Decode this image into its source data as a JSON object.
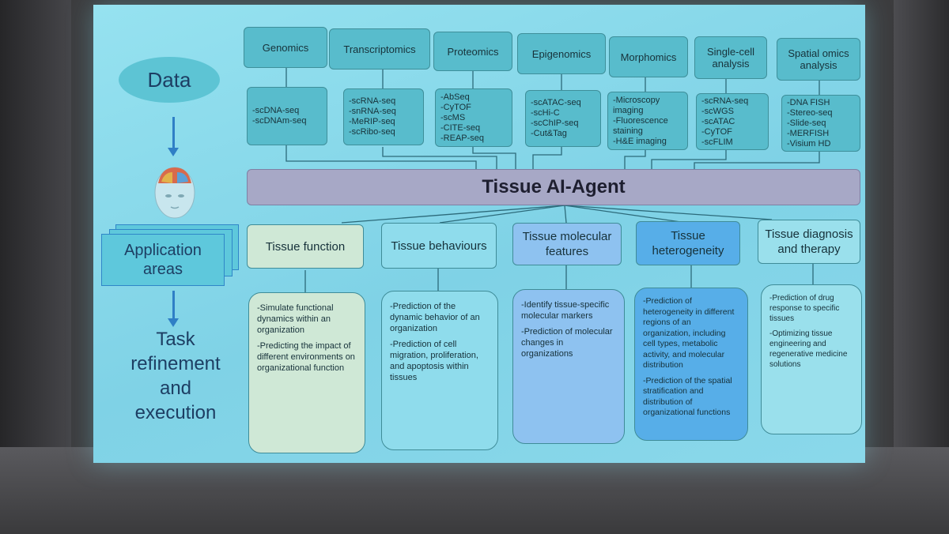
{
  "left": {
    "data_label": "Data",
    "application_areas_label": "Application areas",
    "task_label_lines": [
      "Task",
      "refinement",
      "and",
      "execution"
    ]
  },
  "data_types": [
    {
      "name": "Genomics",
      "methods": [
        "-scDNA-seq",
        "-scDNAm-seq"
      ]
    },
    {
      "name": "Transcriptomics",
      "methods": [
        "-scRNA-seq",
        "-snRNA-seq",
        "-MeRIP-seq",
        "-scRibo-seq"
      ]
    },
    {
      "name": "Proteomics",
      "methods": [
        "-AbSeq",
        "-CyTOF",
        "-scMS",
        "-CITE-seq",
        "-REAP-seq"
      ]
    },
    {
      "name": "Epigenomics",
      "methods": [
        "-scATAC-seq",
        "-scHi-C",
        "-scChIP-seq",
        "-Cut&Tag"
      ]
    },
    {
      "name": "Morphomics",
      "methods": [
        "-Microscopy",
        "imaging",
        "-Fluorescence",
        "staining",
        "-H&E imaging"
      ]
    },
    {
      "name": "Single-cell analysis",
      "methods": [
        "-scRNA-seq",
        "-scWGS",
        "-scATAC",
        "-CyTOF",
        "-scFLIM"
      ]
    },
    {
      "name": "Spatial omics analysis",
      "methods": [
        "-DNA FISH",
        "-Stereo-seq",
        "-Slide-seq",
        "-MERFISH",
        "-Visium HD"
      ]
    }
  ],
  "agent": {
    "title": "Tissue AI-Agent"
  },
  "applications": [
    {
      "title": "Tissue function",
      "color": "#cfe8d6",
      "tasks": [
        "-Simulate functional dynamics within an organization",
        "-Predicting the impact of different environments on organizational function"
      ]
    },
    {
      "title": "Tissue behaviours",
      "color": "#8fdcec",
      "tasks": [
        "-Prediction of the dynamic behavior of an organization",
        "-Prediction of cell migration, proliferation, and apoptosis within tissues"
      ]
    },
    {
      "title": "Tissue molecular features",
      "color": "#8ec2f0",
      "tasks": [
        "-Identify tissue-specific molecular markers",
        "-Prediction of molecular changes in organizations"
      ]
    },
    {
      "title": "Tissue heterogeneity",
      "color": "#57aee8",
      "tasks": [
        "-Prediction of heterogeneity in different regions of an organization, including cell types, metabolic activity, and molecular distribution",
        "-Prediction of the spatial stratification and distribution of organizational functions"
      ]
    },
    {
      "title": "Tissue diagnosis and therapy",
      "color": "#9ae0ec",
      "tasks": [
        "-Prediction of drug response to specific tissues",
        "-Optimizing tissue engineering and regenerative medicine solutions"
      ]
    }
  ]
}
